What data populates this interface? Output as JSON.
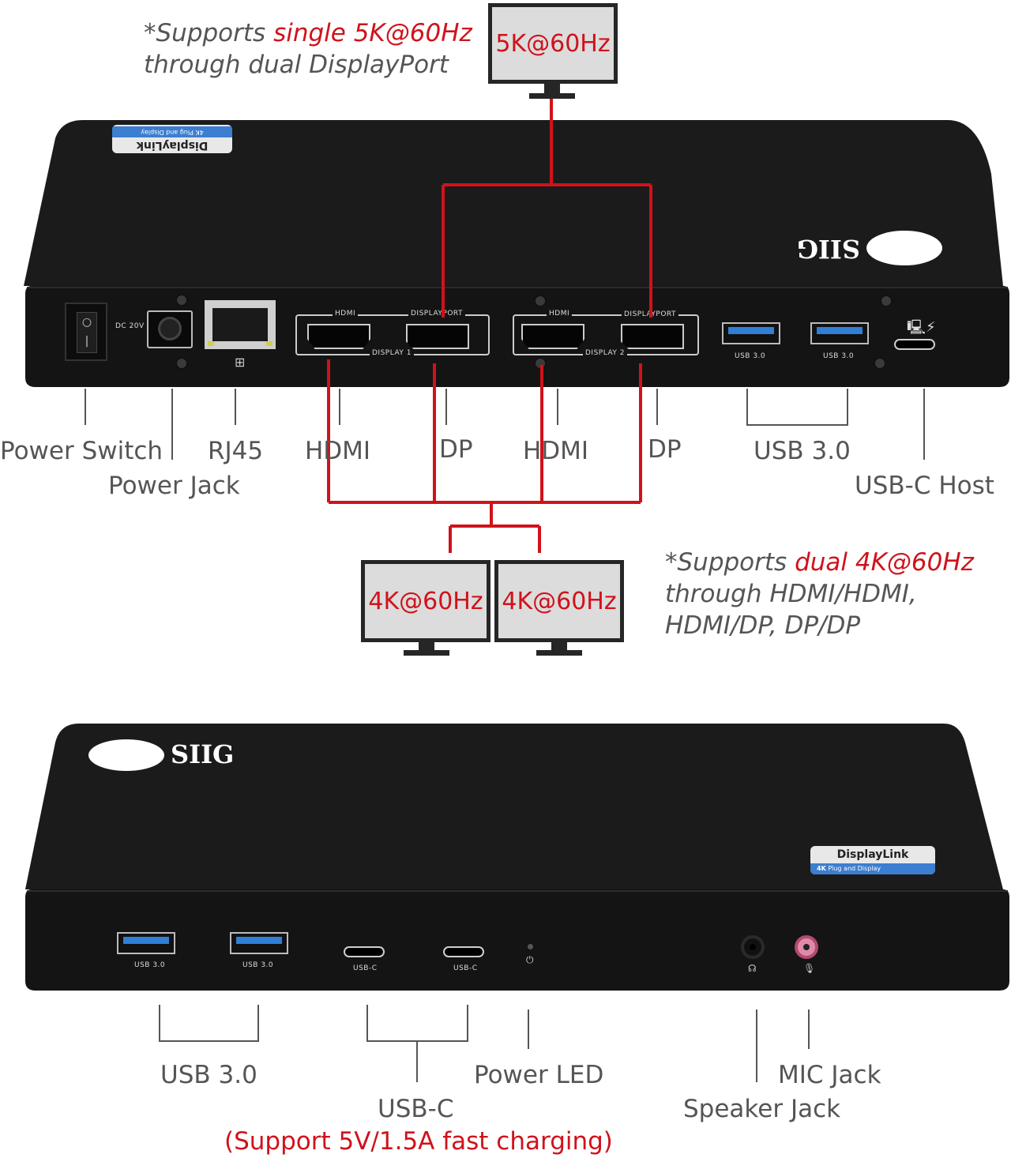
{
  "top_note": {
    "prefix": "*Supports ",
    "highlight": "single 5K@60Hz",
    "line2": "through dual DisplayPort"
  },
  "monitor_top": {
    "label": "5K@60Hz"
  },
  "dock_top": {
    "badge_brand": "DisplayLink",
    "badge_sub": "4K Plug and Display",
    "logo": "SIIG",
    "dc_label": "DC 20V",
    "display1": {
      "hdmi": "HDMI",
      "dp": "DISPLAYPORT",
      "caption": "DISPLAY 1"
    },
    "display2": {
      "hdmi": "HDMI",
      "dp": "DISPLAYPORT",
      "caption": "DISPLAY 2"
    },
    "usb1": "USB 3.0",
    "usb2": "USB 3.0",
    "colors": {
      "body": "#1a1a1a",
      "usb_accent": "#2f7fd6",
      "connector_line": "#d0121b"
    }
  },
  "labels_top": {
    "power_switch": "Power Switch",
    "power_jack": "Power Jack",
    "rj45": "RJ45",
    "hdmi1": "HDMI",
    "dp1": "DP",
    "hdmi2": "HDMI",
    "dp2": "DP",
    "usb30": "USB 3.0",
    "usbc_host": "USB-C Host"
  },
  "monitors_bottom": {
    "left": "4K@60Hz",
    "right": "4K@60Hz"
  },
  "dual_note": {
    "prefix": "*Supports ",
    "highlight": "dual 4K@60Hz",
    "line2": "through HDMI/HDMI,",
    "line3": "HDMI/DP, DP/DP"
  },
  "dock_bottom": {
    "logo": "SIIG",
    "badge_brand": "DisplayLink",
    "badge_sub": "Plug and Display",
    "badge_4k": "4K",
    "usb1": "USB 3.0",
    "usb2": "USB 3.0",
    "usbc1": "USB-C",
    "usbc2": "USB-C"
  },
  "labels_bottom": {
    "usb30": "USB 3.0",
    "power_led": "Power LED",
    "usbc": "USB-C",
    "usbc_note": "(Support 5V/1.5A fast charging)",
    "mic_jack": "MIC Jack",
    "speaker_jack": "Speaker Jack"
  },
  "icons": [
    "power-switch-icon",
    "network-icon",
    "laptop-charge-icon",
    "power-icon",
    "headphone-icon",
    "microphone-icon"
  ]
}
